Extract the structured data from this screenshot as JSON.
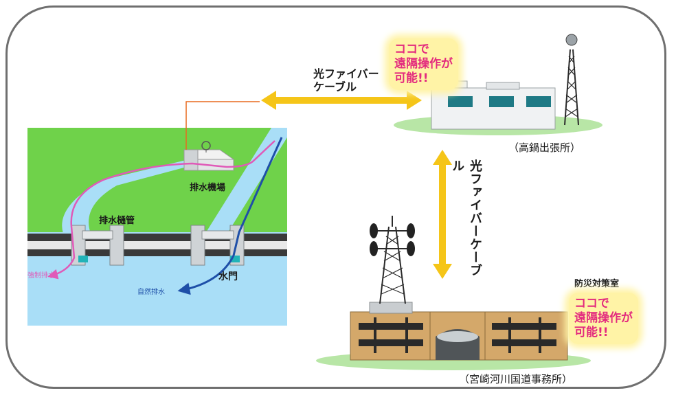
{
  "diagram": {
    "cable_label_horizontal": "光ファイバー\nケーブル",
    "cable_label_vertical": "光ファイバーケーブル",
    "pump_station": "排水機場",
    "drain_pipe": "排水樋管",
    "sluice_gate": "水門",
    "forced_drain": "強制排水",
    "natural_drain": "自然排水",
    "takanabe_office": "（高鍋出張所）",
    "disaster_room": "防災対策室",
    "miyazaki_office": "（宮崎河川国道事務所）",
    "remote_op_top": "ココで\n遠隔操作が\n可能!!",
    "remote_op_bottom": "ココで\n遠隔操作が\n可能!!"
  },
  "colors": {
    "grass": "#6fd24a",
    "water": "#a9def7",
    "cable_arrow": "#f5c518",
    "callout_bg": "#fff3a6",
    "callout_text": "#e32a7e",
    "building_beige": "#d4a86a",
    "forced_drain_line": "#e05ab8",
    "natural_drain_line": "#1e4fa8"
  }
}
